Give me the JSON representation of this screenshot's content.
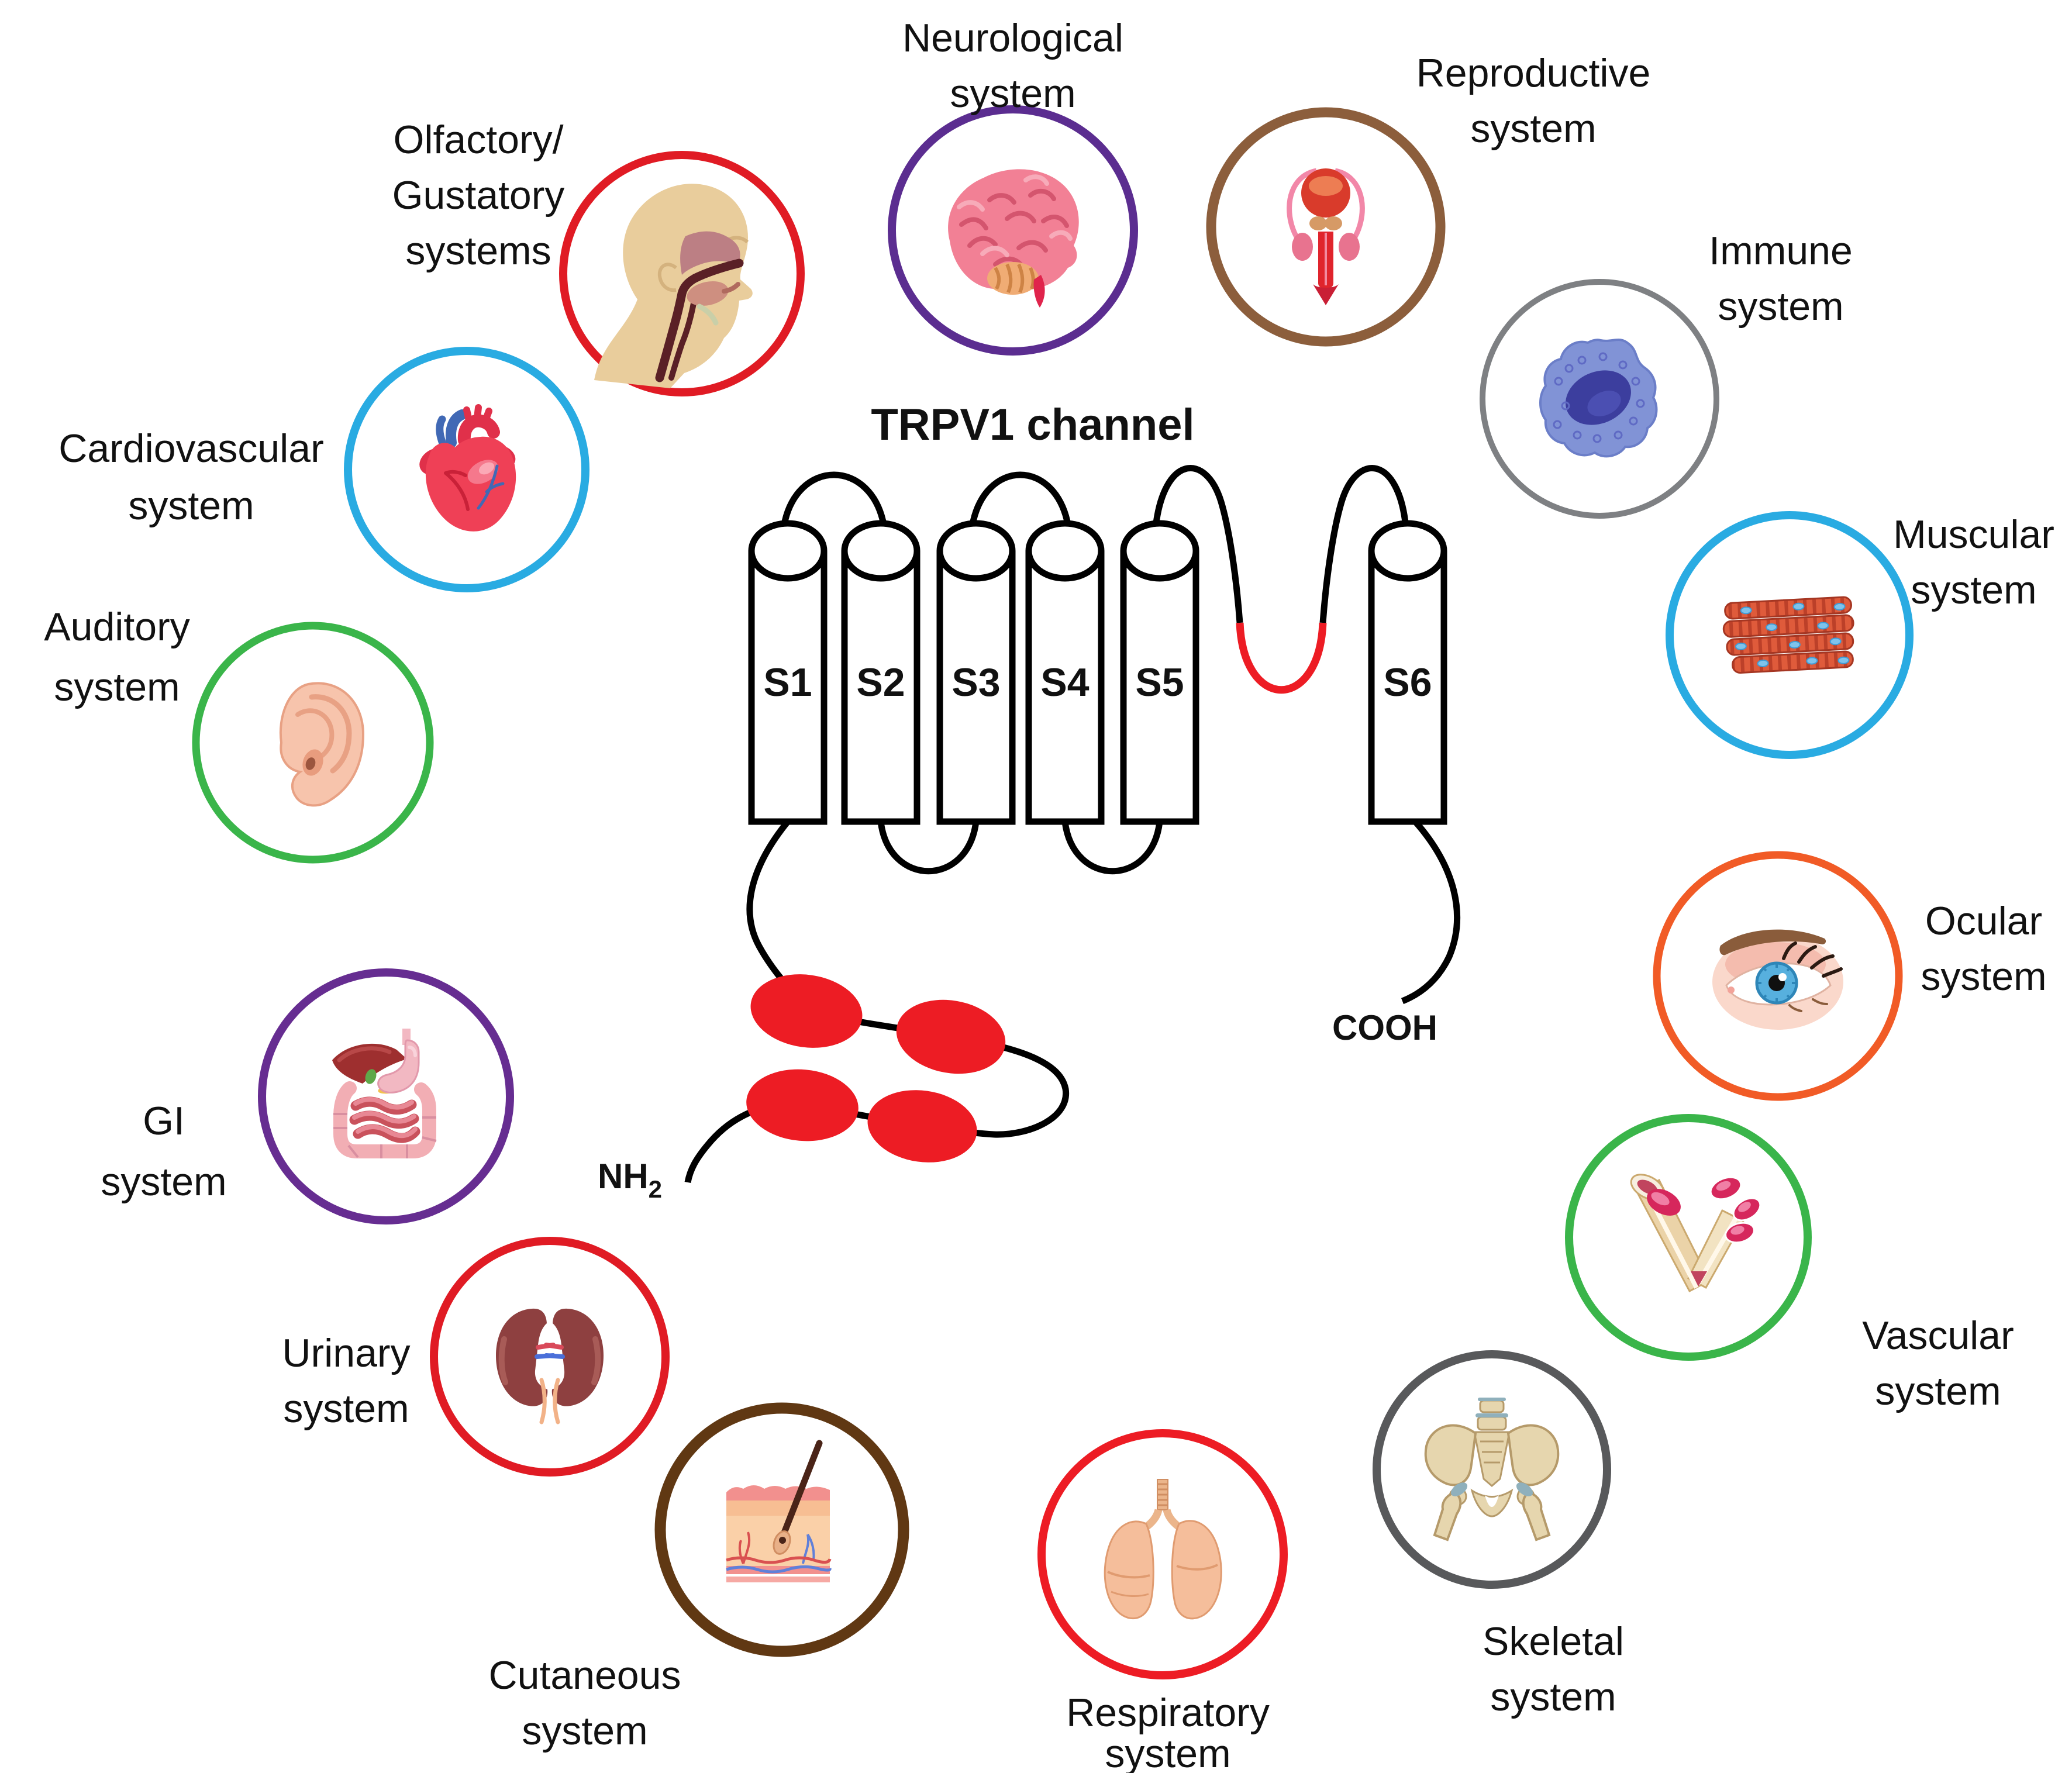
{
  "figure": {
    "title": "TRPV1 channel",
    "title_color": "#1B75BC",
    "background": "#FFFFFF"
  },
  "channel": {
    "segments": [
      "S1",
      "S2",
      "S3",
      "S4",
      "S5",
      "S6"
    ],
    "n_terminus": "NH",
    "n_terminus_subscript": "2",
    "c_terminus": "COOH",
    "outline_color": "#000000",
    "pore_loop_color": "#ED1C24",
    "ankyrin_repeat_color": "#ED1C24"
  },
  "systems": [
    {
      "id": "olfactory-gustatory",
      "lines": [
        "Olfactory/",
        "Gustatory",
        "systems"
      ],
      "ring_color": "#E01B24"
    },
    {
      "id": "neurological",
      "lines": [
        "Neurological",
        "system"
      ],
      "ring_color": "#5B2D90"
    },
    {
      "id": "reproductive",
      "lines": [
        "Reproductive",
        "system"
      ],
      "ring_color": "#8C5E3C"
    },
    {
      "id": "immune",
      "lines": [
        "Immune",
        "system"
      ],
      "ring_color": "#7E8083"
    },
    {
      "id": "muscular",
      "lines": [
        "Muscular",
        "system"
      ],
      "ring_color": "#29ABE2"
    },
    {
      "id": "ocular",
      "lines": [
        "Ocular",
        "system"
      ],
      "ring_color": "#F15B26"
    },
    {
      "id": "vascular",
      "lines": [
        "Vascular",
        "system"
      ],
      "ring_color": "#3AB54A"
    },
    {
      "id": "skeletal",
      "lines": [
        "Skeletal",
        "system"
      ],
      "ring_color": "#58595B"
    },
    {
      "id": "respiratory",
      "lines": [
        "Respiratory",
        "system"
      ],
      "ring_color": "#ED1C24"
    },
    {
      "id": "cutaneous",
      "lines": [
        "Cutaneous",
        "system"
      ],
      "ring_color": "#603813"
    },
    {
      "id": "urinary",
      "lines": [
        "Urinary",
        "system"
      ],
      "ring_color": "#E01B24"
    },
    {
      "id": "gi",
      "lines": [
        "GI",
        "system"
      ],
      "ring_color": "#662D91"
    },
    {
      "id": "auditory",
      "lines": [
        "Auditory",
        "system"
      ],
      "ring_color": "#3AB54A"
    },
    {
      "id": "cardiovascular",
      "lines": [
        "Cardiovascular",
        "system"
      ],
      "ring_color": "#29ABE2"
    }
  ]
}
